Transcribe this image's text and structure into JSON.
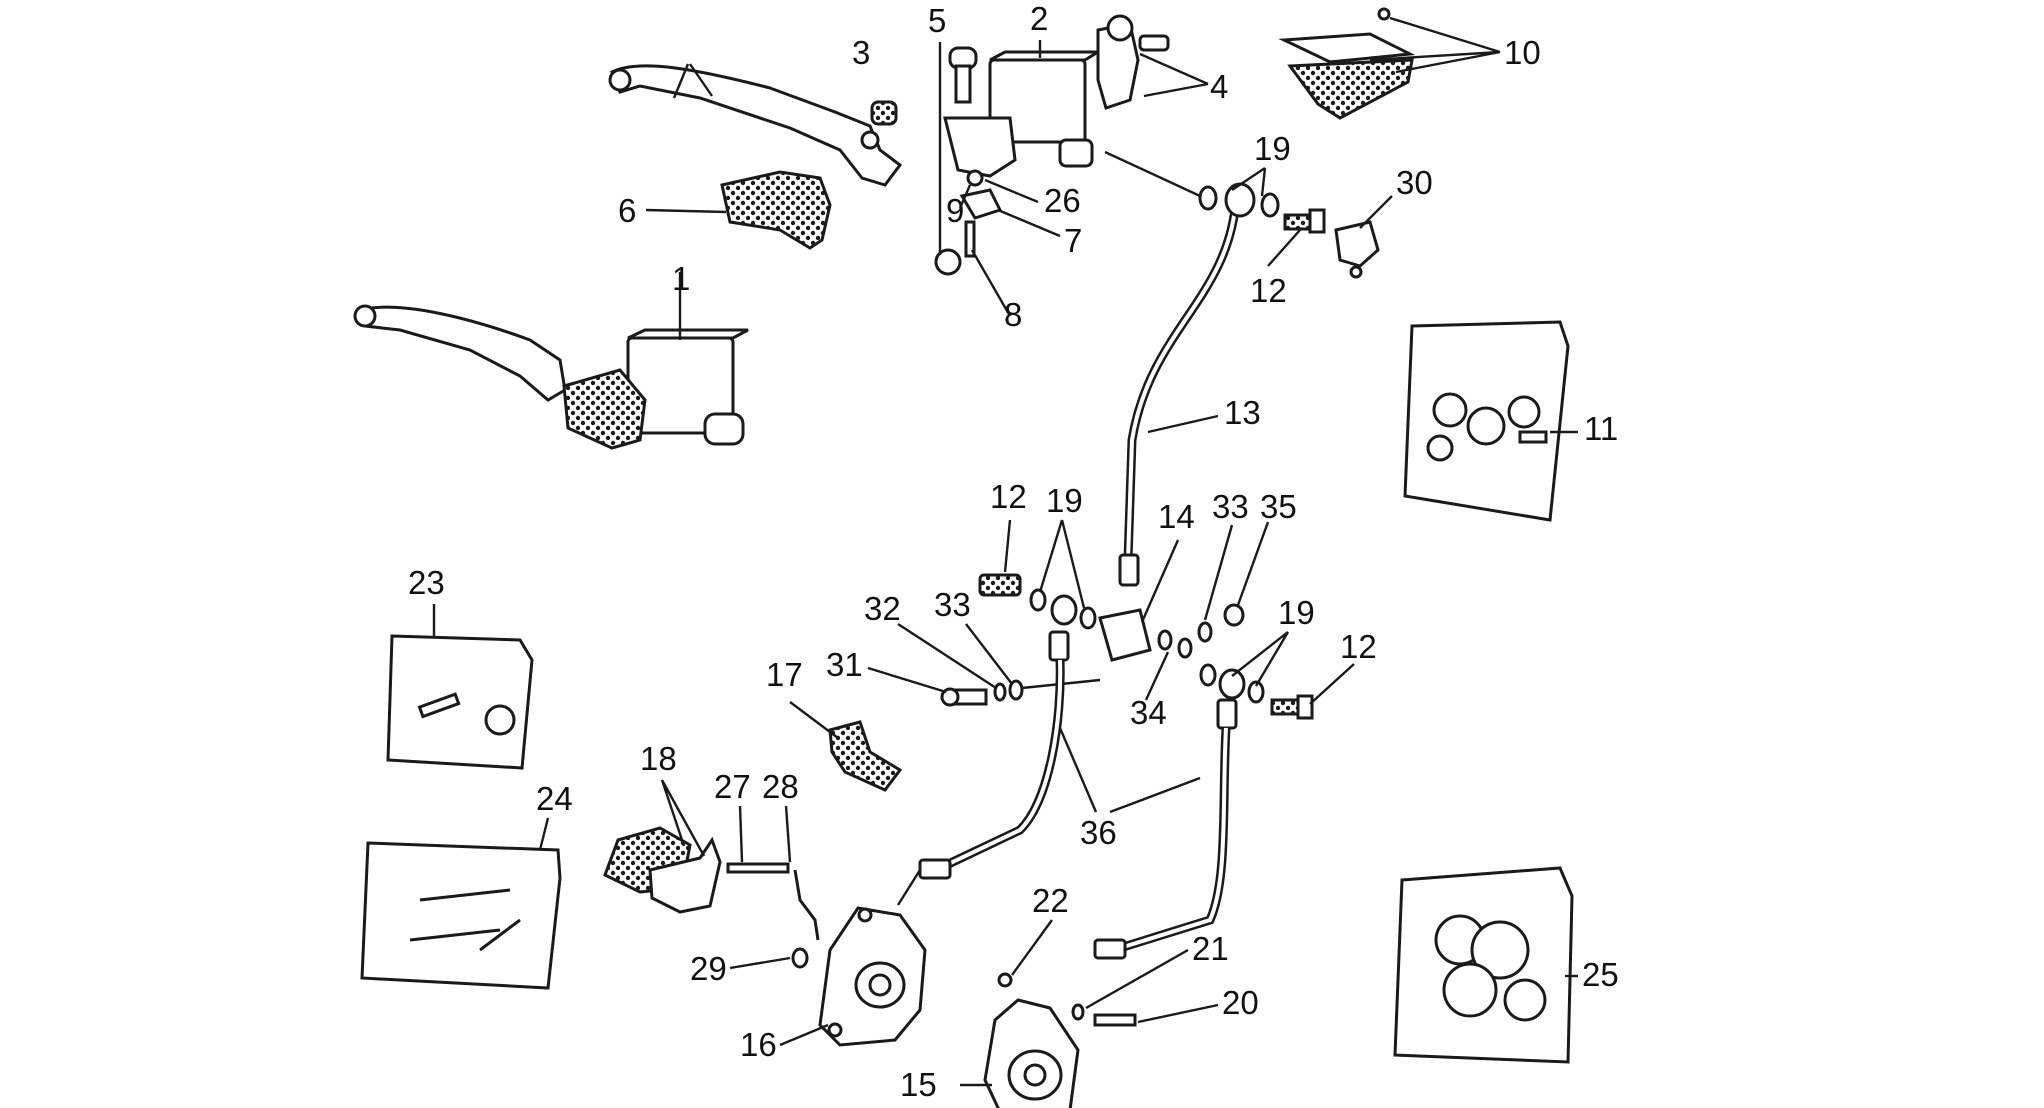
{
  "colors": {
    "ink": "#1a1a1a",
    "paper": "#ffffff"
  },
  "callouts": {
    "c1": "1",
    "c2": "2",
    "c3": "3",
    "c4": "4",
    "c5": "5",
    "c6": "6",
    "c7": "7",
    "c8": "8",
    "c9": "9",
    "c10": "10",
    "c11": "11",
    "c12a": "12",
    "c12b": "12",
    "c12c": "12",
    "c13": "13",
    "c14": "14",
    "c15": "15",
    "c16": "16",
    "c17": "17",
    "c18": "18",
    "c19a": "19",
    "c19b": "19",
    "c19c": "19",
    "c20": "20",
    "c21": "21",
    "c22": "22",
    "c23": "23",
    "c24": "24",
    "c25": "25",
    "c26": "26",
    "c27": "27",
    "c28": "28",
    "c29": "29",
    "c30": "30",
    "c31": "31",
    "c32": "32",
    "c33a": "33",
    "c33b": "33",
    "c34": "34",
    "c35": "35",
    "c36": "36"
  }
}
